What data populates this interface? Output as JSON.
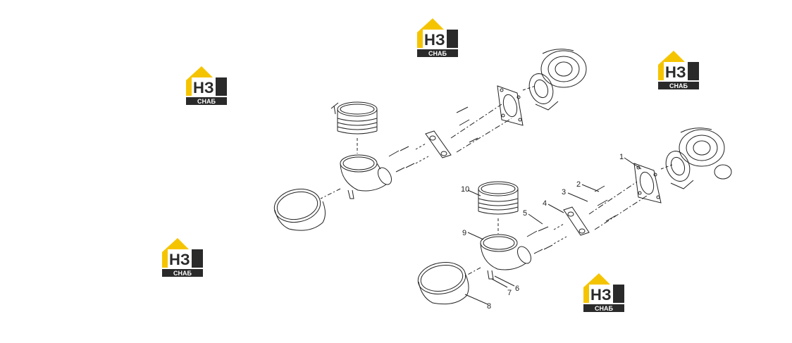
{
  "brand": {
    "logo_text": "НЗ",
    "logo_subtext": "СНАБ",
    "yellow": "#f5c400",
    "dark": "#2a2a2a"
  },
  "callouts": [
    {
      "id": "1",
      "label": "1"
    },
    {
      "id": "2",
      "label": "2"
    },
    {
      "id": "3",
      "label": "3"
    },
    {
      "id": "4",
      "label": "4"
    },
    {
      "id": "5",
      "label": "5"
    },
    {
      "id": "6",
      "label": "6"
    },
    {
      "id": "7",
      "label": "7"
    },
    {
      "id": "8",
      "label": "8"
    },
    {
      "id": "9",
      "label": "9"
    },
    {
      "id": "10",
      "label": "10"
    }
  ],
  "colors": {
    "line": "#222222",
    "background": "#ffffff"
  }
}
